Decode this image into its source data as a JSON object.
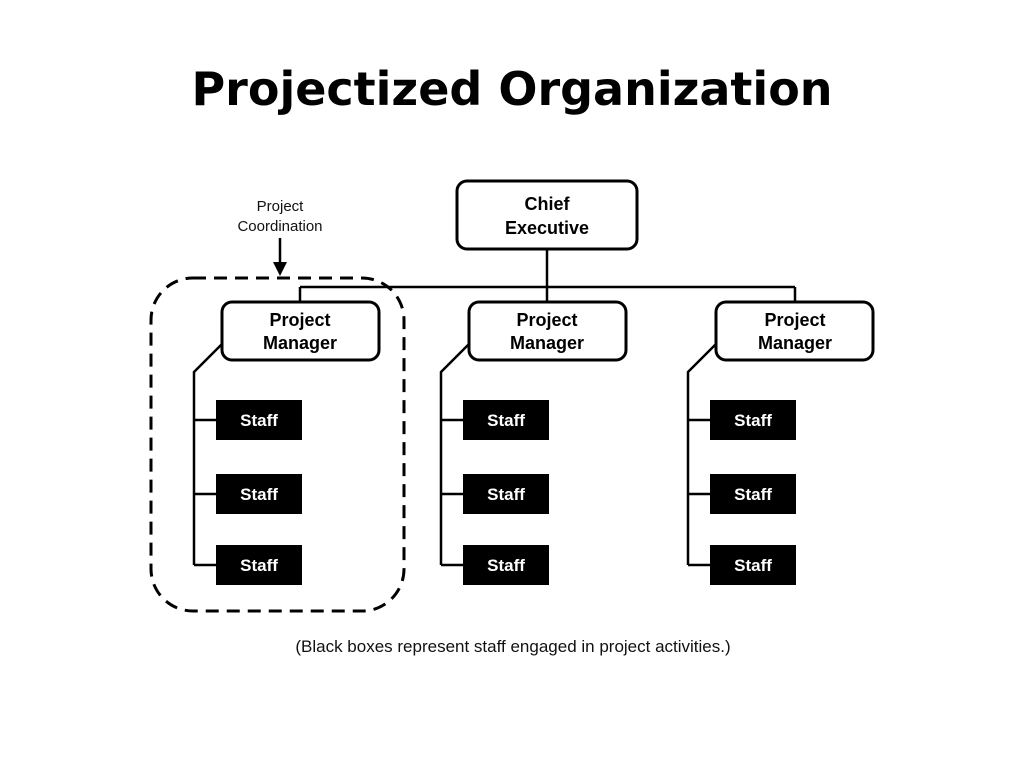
{
  "title": "Projectized Organization",
  "diagram": {
    "chief": {
      "line1": "Chief",
      "line2": "Executive"
    },
    "coordination_note": {
      "line1": "Project",
      "line2": "Coordination"
    },
    "managers": [
      {
        "line1": "Project",
        "line2": "Manager",
        "staff": [
          "Staff",
          "Staff",
          "Staff"
        ]
      },
      {
        "line1": "Project",
        "line2": "Manager",
        "staff": [
          "Staff",
          "Staff",
          "Staff"
        ]
      },
      {
        "line1": "Project",
        "line2": "Manager",
        "staff": [
          "Staff",
          "Staff",
          "Staff"
        ]
      }
    ],
    "caption": "(Black boxes represent staff engaged in project activities.)"
  },
  "colors": {
    "stroke": "#000000",
    "staff_fill": "#000000",
    "staff_text": "#ffffff"
  }
}
